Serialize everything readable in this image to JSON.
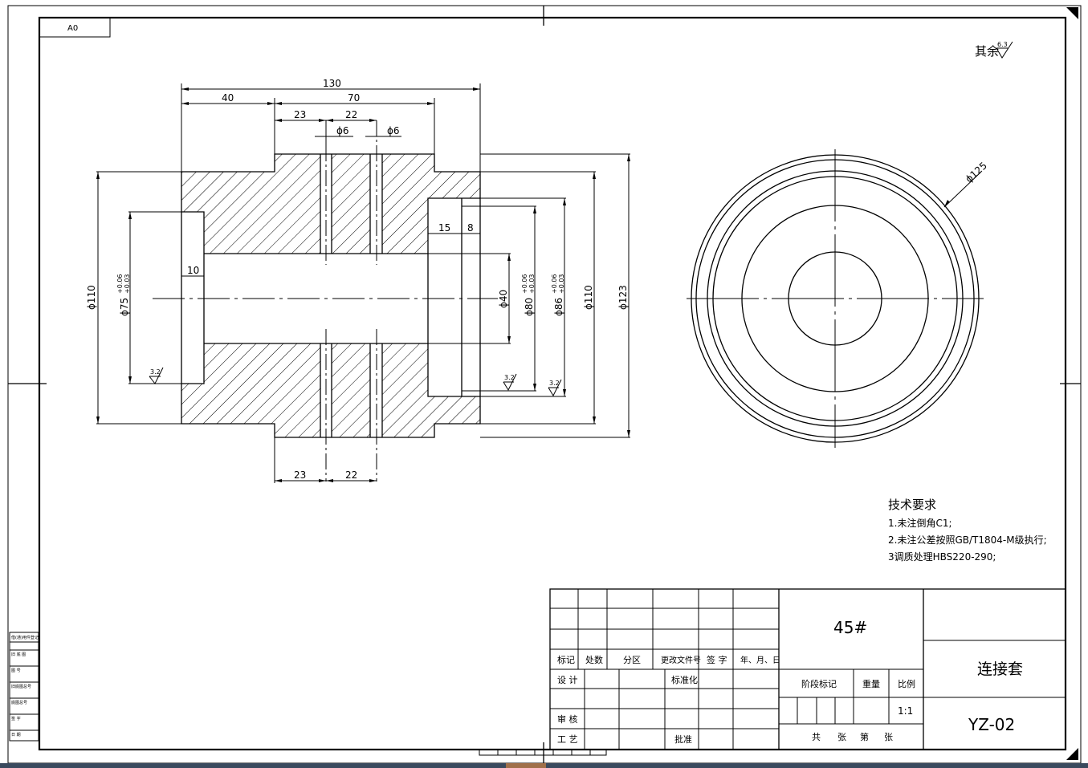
{
  "sheet": {
    "size_label": "A0",
    "roughness_note": "其余",
    "roughness_default": "6.3",
    "roughness_value": "3.2"
  },
  "dimensions": {
    "d130": "130",
    "d40": "40",
    "d70": "70",
    "d23": "23",
    "d22": "22",
    "phi6": "ϕ6",
    "d15": "15",
    "d8": "8",
    "d10": "10",
    "phi110": "ϕ110",
    "phi75": "ϕ75",
    "phi75_tol_upper": "+0.06",
    "phi75_tol_lower": "+0.03",
    "phi40": "ϕ40",
    "phi80": "ϕ80",
    "phi80_tol_upper": "+0.06",
    "phi80_tol_lower": "+0.03",
    "phi86": "ϕ86",
    "phi86_tol_upper": "+0.06",
    "phi86_tol_lower": "+0.03",
    "phi123": "ϕ123",
    "phi125": "ϕ125"
  },
  "tech_requirements": {
    "heading": "技术要求",
    "items": [
      "1.未注倒角C1;",
      "2.未注公差按照GB/T1804-M级执行;",
      "3调质处理HBS220-290;"
    ]
  },
  "title_block": {
    "material": "45#",
    "part_name": "连接套",
    "drawing_number": "YZ-02",
    "scale": "1:1",
    "labels": {
      "mark": "标记",
      "count": "处数",
      "zone": "分区",
      "change_doc": "更改文件号",
      "signature": "签 字",
      "date": "年、月、日",
      "design": "设 计",
      "standardize": "标准化",
      "review": "审 核",
      "process": "工 艺",
      "approve": "批准",
      "stage_mark": "阶段标记",
      "weight": "重量",
      "scale_label": "比例",
      "total": "共",
      "sheets": "张",
      "no": "第",
      "sheet": "张"
    }
  },
  "side_block": {
    "items": [
      "借(通)用件登记",
      "旧 底 图",
      "图 号",
      "旧底图总号",
      "底图总号",
      "签 字",
      "日 期"
    ]
  }
}
